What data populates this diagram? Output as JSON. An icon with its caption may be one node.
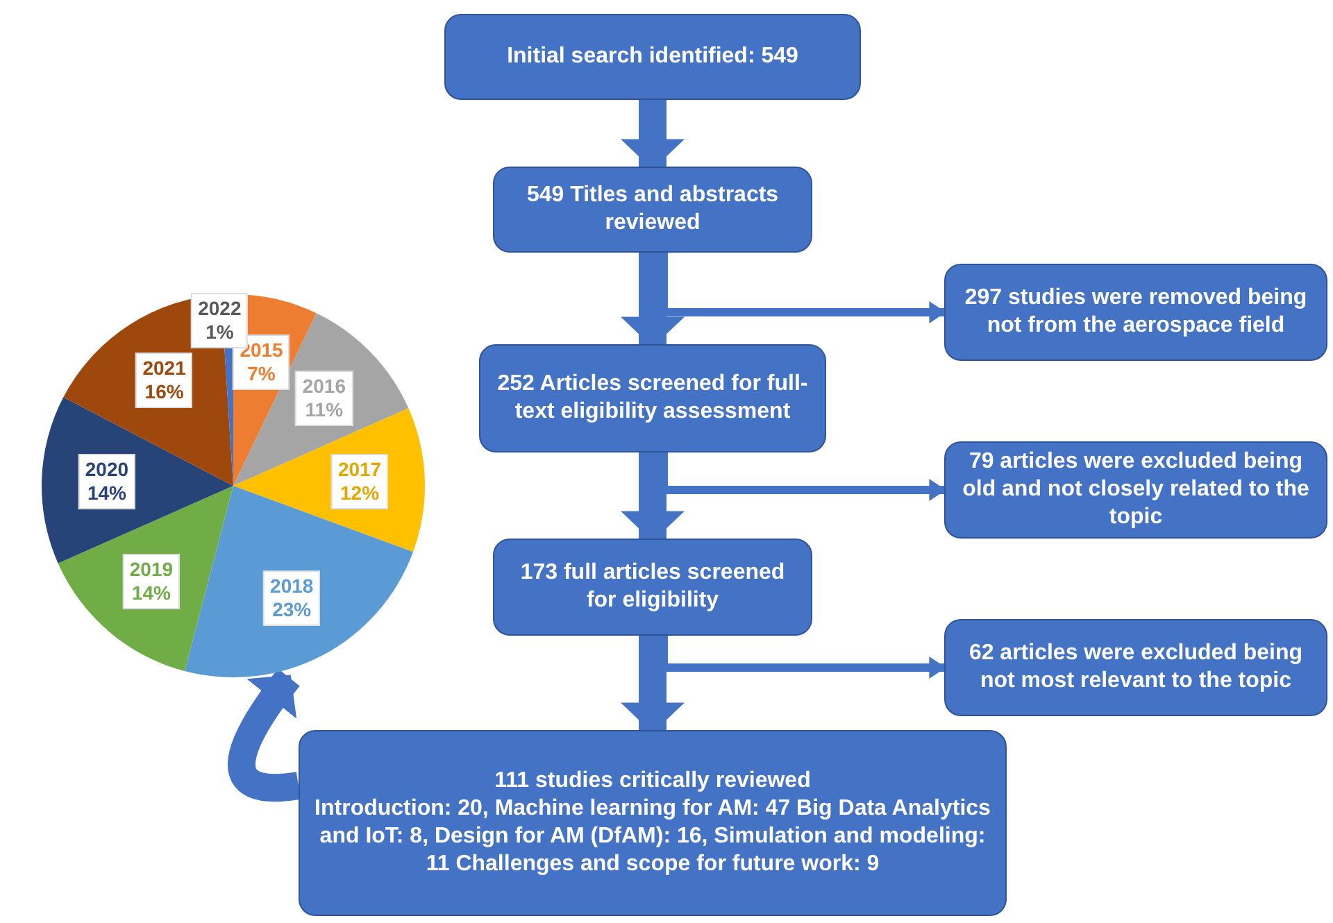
{
  "diagram": {
    "nodes": [
      {
        "text": [
          "Initial search identified: 549"
        ]
      },
      {
        "text": [
          "549 Titles and abstracts reviewed"
        ]
      },
      {
        "text": [
          "297 studies were removed being not from the aerospace field"
        ]
      },
      {
        "text": [
          "252 Articles screened for full-text eligibility assessment"
        ]
      },
      {
        "text": [
          "79 articles were excluded being old and not closely related to the topic"
        ]
      },
      {
        "text": [
          "173 full articles screened for eligibility"
        ]
      },
      {
        "text": [
          "62 articles were excluded being not most relevant to the topic"
        ]
      },
      {
        "text": [
          "111 studies critically reviewed",
          "Introduction: 20, Machine learning for AM: 47 Big Data Analytics and IoT: 8, Design for AM (DfAM): 16, Simulation and modeling: 11 Challenges and scope for future work: 9"
        ]
      },
      {
        "text": [],
        "shape": "pie"
      }
    ],
    "edges": [
      {
        "from": 0,
        "to": 1,
        "arrow": "to"
      },
      {
        "from": 1,
        "to": 3,
        "arrow": "to"
      },
      {
        "from": 1,
        "to": 2,
        "arrow": "to"
      },
      {
        "from": 3,
        "to": 5,
        "arrow": "to"
      },
      {
        "from": 3,
        "to": 4,
        "arrow": "to"
      },
      {
        "from": 5,
        "to": 7,
        "arrow": "to"
      },
      {
        "from": 5,
        "to": 6,
        "arrow": "to"
      },
      {
        "from": 7,
        "to": 8,
        "arrow": "to"
      }
    ],
    "chart_data": {
      "type": "pie",
      "categories": [
        "2015",
        "2016",
        "2017",
        "2018",
        "2019",
        "2020",
        "2021",
        "2022"
      ],
      "values": [
        7,
        11,
        12,
        23,
        14,
        14,
        16,
        1
      ],
      "value_labels": [
        "7%",
        "11%",
        "12%",
        "23%",
        "14%",
        "14%",
        "16%",
        "1%"
      ]
    }
  }
}
